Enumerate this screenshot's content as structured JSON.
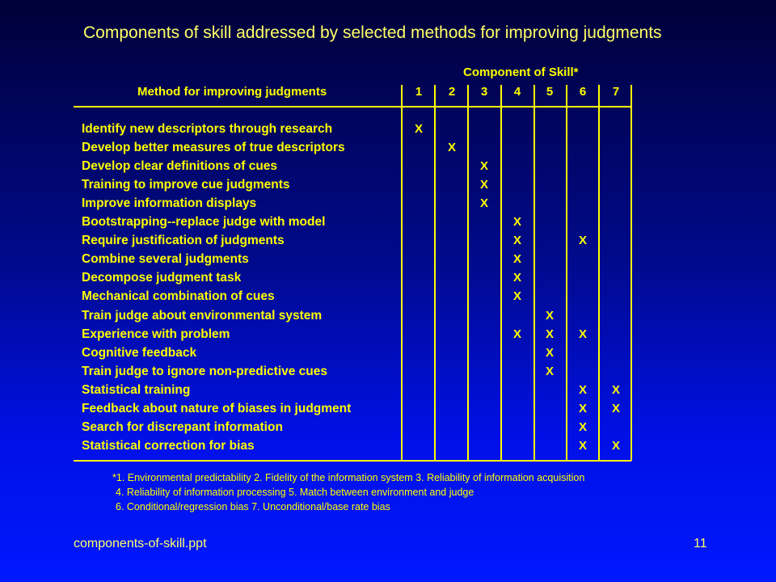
{
  "slide": {
    "title": "Components of skill addressed by selected methods for improving judgments",
    "footer_file": "components-of-skill.ppt",
    "page_number": "11",
    "text_color": "#ffff00",
    "background_top": "#000038",
    "background_bottom": "#0018ff"
  },
  "table": {
    "group_header": "Component of Skill*",
    "method_header": "Method for improving judgments",
    "columns": [
      "1",
      "2",
      "3",
      "4",
      "5",
      "6",
      "7"
    ],
    "rows": [
      {
        "label": "Identify new descriptors through research",
        "marks": [
          1
        ]
      },
      {
        "label": "Develop better measures of true descriptors",
        "marks": [
          2
        ]
      },
      {
        "label": "Develop clear definitions of cues",
        "marks": [
          3
        ]
      },
      {
        "label": "Training to improve cue judgments",
        "marks": [
          3
        ]
      },
      {
        "label": "Improve information displays",
        "marks": [
          3
        ]
      },
      {
        "label": "Bootstrapping--replace judge with model",
        "marks": [
          4
        ]
      },
      {
        "label": "Require justification of judgments",
        "marks": [
          4,
          6
        ]
      },
      {
        "label": "Combine several judgments",
        "marks": [
          4
        ]
      },
      {
        "label": "Decompose judgment task",
        "marks": [
          4
        ]
      },
      {
        "label": "Mechanical combination of cues",
        "marks": [
          4
        ]
      },
      {
        "label": "Train judge about environmental system",
        "marks": [
          5
        ]
      },
      {
        "label": "Experience with  problem",
        "marks": [
          4,
          5,
          6
        ]
      },
      {
        "label": "Cognitive feedback",
        "marks": [
          5
        ]
      },
      {
        "label": "Train judge to ignore non-predictive cues",
        "marks": [
          5
        ]
      },
      {
        "label": "Statistical training",
        "marks": [
          6,
          7
        ]
      },
      {
        "label": "Feedback about nature of biases in judgment",
        "marks": [
          6,
          7
        ]
      },
      {
        "label": "Search for discrepant information",
        "marks": [
          6
        ]
      },
      {
        "label": "Statistical correction for bias",
        "marks": [
          6,
          7
        ]
      }
    ],
    "mark_symbol": "X"
  },
  "footnotes": [
    "*1.  Environmental predictability     2.  Fidelity of the information system     3.  Reliability of  information acquisition",
    "4.  Reliability of information processing     5.  Match between environment and judge",
    "6.  Conditional/regression bias     7.  Unconditional/base rate bias"
  ]
}
